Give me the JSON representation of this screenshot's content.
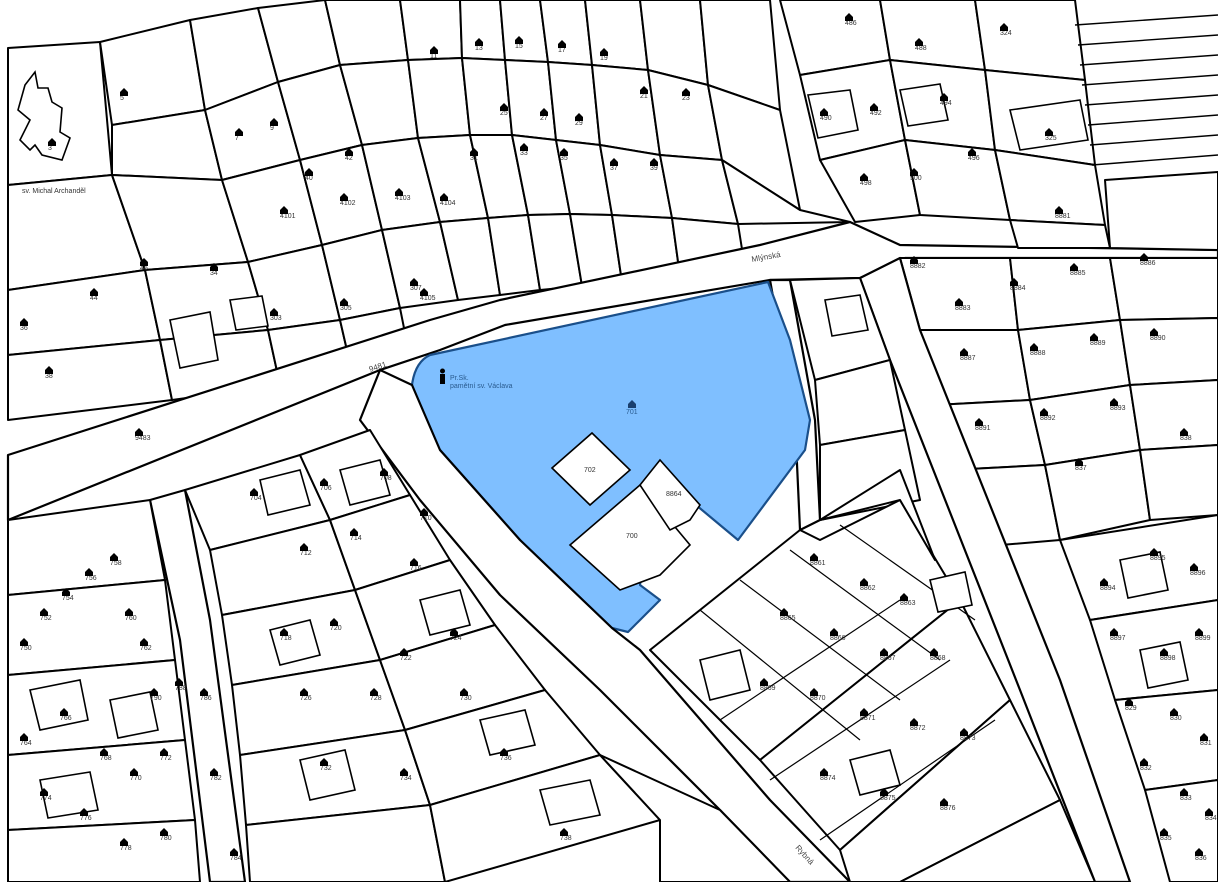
{
  "map": {
    "highlight_color": "#7fbfff",
    "highlight_outline": "#1a4f8a",
    "line_color": "#000000",
    "background": "#ffffff",
    "icons": {
      "house": "house-icon",
      "church": "church-icon",
      "point": "survey-point-icon"
    }
  },
  "streets": {
    "mlynska": "Mlýnská",
    "parcel_9481": "9481",
    "church": "sv. Michal Archanděl",
    "square": "sv. Václav",
    "rybna": "Rybná"
  },
  "highlight": {
    "parcel_number": "701",
    "note_line1": "Pr.Sk.",
    "note_line2": "pamětní sv. Václava",
    "buildings": [
      "702",
      "700",
      "8864"
    ]
  },
  "parcels": {
    "top": [
      "11",
      "13",
      "15",
      "17",
      "19",
      "21",
      "23",
      "25",
      "27",
      "29",
      "31",
      "33",
      "35",
      "37",
      "39"
    ],
    "left": [
      "3",
      "5",
      "7",
      "9",
      "40",
      "42",
      "44",
      "46",
      "34",
      "36",
      "38"
    ],
    "center_left": [
      "4101",
      "4102",
      "4103",
      "4104",
      "4105",
      "9483",
      "303",
      "305",
      "307"
    ],
    "right_top": [
      "486",
      "488",
      "490",
      "492",
      "494",
      "496",
      "498",
      "500",
      "324",
      "325"
    ],
    "right": [
      "8881",
      "8882",
      "8883",
      "8884",
      "8885",
      "8886",
      "8887",
      "8888",
      "8889",
      "8890",
      "8891",
      "8892",
      "8893"
    ],
    "bottom_left": [
      "750",
      "752",
      "754",
      "756",
      "758",
      "760",
      "762",
      "764",
      "766",
      "768",
      "770",
      "772",
      "774",
      "776",
      "778",
      "780",
      "782",
      "784",
      "786",
      "788",
      "790"
    ],
    "bottom_center": [
      "704",
      "706",
      "708",
      "710",
      "712",
      "714",
      "716",
      "718",
      "720",
      "722",
      "724",
      "726",
      "728",
      "730",
      "732",
      "734",
      "736",
      "738"
    ],
    "bottom_right": [
      "8861",
      "8862",
      "8863",
      "8865",
      "8866",
      "8867",
      "8868",
      "8869",
      "8870",
      "8871",
      "8872",
      "8873",
      "8874",
      "8875",
      "8876"
    ],
    "far_right": [
      "8894",
      "8895",
      "8896",
      "8897",
      "8898",
      "8899",
      "829",
      "830",
      "831",
      "832",
      "833",
      "834",
      "835",
      "836",
      "837",
      "838"
    ]
  }
}
